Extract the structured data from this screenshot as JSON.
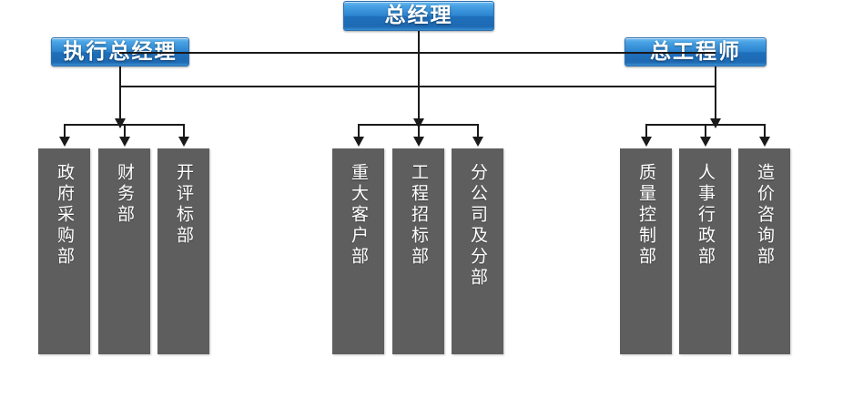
{
  "chart": {
    "title_top": "总经理",
    "executives": [
      {
        "id": "gm",
        "label": "总经理"
      },
      {
        "id": "egm",
        "label": "执行总经理"
      },
      {
        "id": "chiefeng",
        "label": "总工程师"
      }
    ],
    "groups": [
      {
        "id": "left-group",
        "departments": [
          {
            "id": "gov-procurement",
            "label": "政府采购部"
          },
          {
            "id": "finance",
            "label": "财务部"
          },
          {
            "id": "bid-evaluation",
            "label": "开评标部"
          }
        ]
      },
      {
        "id": "middle-group",
        "departments": [
          {
            "id": "major-clients",
            "label": "重大客户部"
          },
          {
            "id": "project-bidding",
            "label": "工程招标部"
          },
          {
            "id": "branch-companies",
            "label": "分公司及分部"
          }
        ]
      },
      {
        "id": "right-group",
        "departments": [
          {
            "id": "quality-control",
            "label": "质量控制部"
          },
          {
            "id": "hr-admin",
            "label": "人事行政部"
          },
          {
            "id": "cost-consulting",
            "label": "造价咨询部"
          }
        ]
      }
    ],
    "colors": {
      "box_gray": "#5e5e5e",
      "connector": "#1a1a1a",
      "exec_blue_light": "#6fbdef",
      "exec_blue_dark": "#1e6ab3",
      "exec_border": "#2f6fb0",
      "background": "#ffffff",
      "text_light": "#ffffff"
    }
  }
}
